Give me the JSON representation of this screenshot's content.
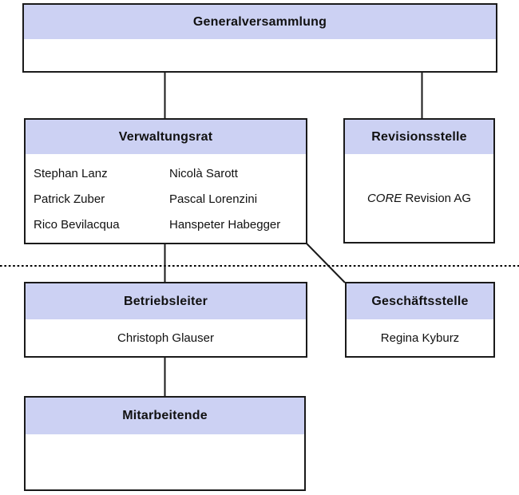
{
  "org_chart": {
    "colors": {
      "header_fill": "#ccd1f3",
      "border": "#1a1a1a",
      "background": "#ffffff"
    },
    "nodes": {
      "generalversammlung": {
        "title": "Generalversammlung"
      },
      "verwaltungsrat": {
        "title": "Verwaltungsrat",
        "members_col1": [
          "Stephan Lanz",
          "Patrick Zuber",
          "Rico Bevilacqua"
        ],
        "members_col2": [
          "Nicolà Sarott",
          "Pascal Lorenzini",
          "Hanspeter Habegger"
        ]
      },
      "revisionsstelle": {
        "title": "Revisionsstelle",
        "company_italic": "CORE",
        "company_rest": " Revision AG"
      },
      "betriebsleiter": {
        "title": "Betriebsleiter",
        "person": "Christoph Glauser"
      },
      "geschaeftsstelle": {
        "title": "Geschäftsstelle",
        "person": "Regina Kyburz"
      },
      "mitarbeitende": {
        "title": "Mitarbeitende"
      }
    }
  }
}
